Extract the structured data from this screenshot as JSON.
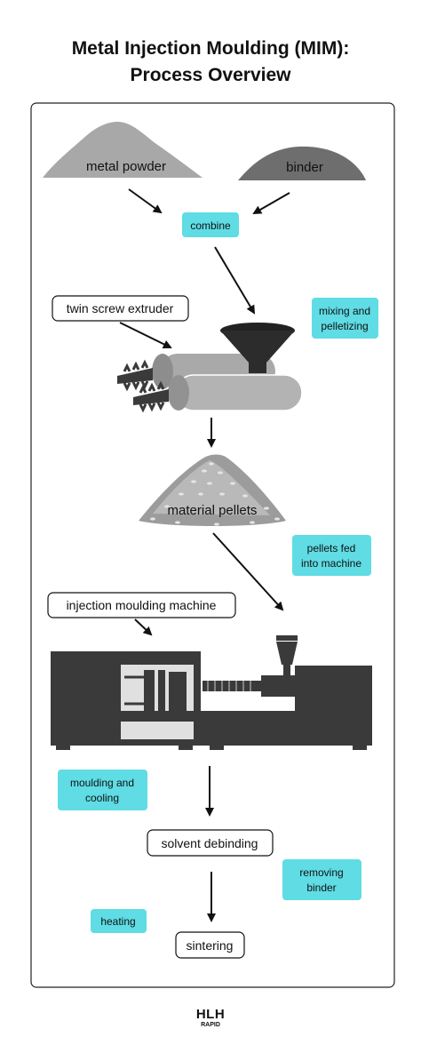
{
  "title": {
    "line1": "Metal Injection Moulding (MIM):",
    "line2": "Process Overview"
  },
  "labels": {
    "metal_powder": "metal powder",
    "binder": "binder",
    "combine": "combine",
    "twin_screw_extruder": "twin screw extruder",
    "mixing": [
      "mixing and",
      "pelletizing"
    ],
    "material_pellets": "material pellets",
    "pellets_fed": [
      "pellets fed",
      "into machine"
    ],
    "injection_machine": "injection moulding machine",
    "moulding_cooling": [
      "moulding and",
      "cooling"
    ],
    "solvent_debinding": "solvent debinding",
    "removing_binder": [
      "removing",
      "binder"
    ],
    "heating": "heating",
    "sintering": "sintering"
  },
  "logo": {
    "main": "HLH",
    "sub": "RAPID"
  },
  "colors": {
    "tag_fill": "#5fdce4",
    "machine": "#3a3a3a",
    "metal_powder_pile": "#a8a8a8",
    "binder_pile": "#6e6e6e",
    "extruder": "#a9a9a9"
  }
}
